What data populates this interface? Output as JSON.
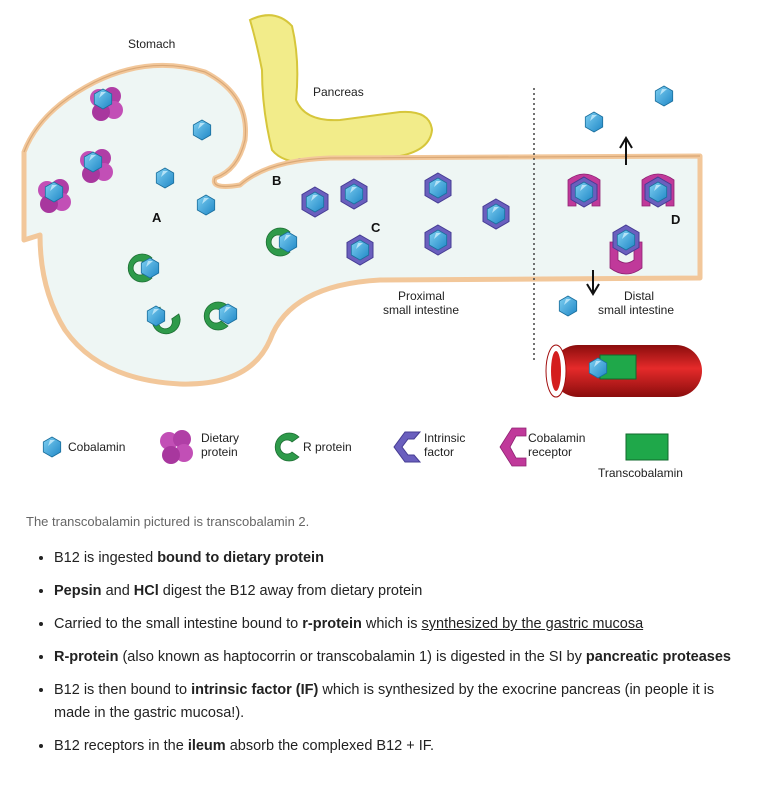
{
  "diagram": {
    "labels": {
      "stomach": "Stomach",
      "pancreas": "Pancreas",
      "proximal_line1": "Proximal",
      "proximal_line2": "small intestine",
      "distal_line1": "Distal",
      "distal_line2": "small intestine"
    },
    "letters": {
      "a": "A",
      "b": "B",
      "c": "C",
      "d": "D"
    },
    "legend": {
      "cobalamin": "Cobalamin",
      "dietary_line1": "Dietary",
      "dietary_line2": "protein",
      "r_protein": "R protein",
      "intrinsic_line1": "Intrinsic",
      "intrinsic_line2": "factor",
      "receptor_line1": "Cobalamin",
      "receptor_line2": "receptor",
      "transcobalamin": "Transcobalamin"
    },
    "colors": {
      "cobalamin": "#2f9fd8",
      "dietary_protein": "#c24fb6",
      "r_protein": "#2e9a4a",
      "intrinsic_factor": "#6a5fbe",
      "receptor": "#c0399a",
      "transcobalamin": "#1fa84a",
      "blood_vessel": "#d41e1e",
      "gut_fill": "#eef6f4",
      "gut_wall": "#f2c79a",
      "pancreas": "#f2ec8a"
    }
  },
  "caption": "The transcobalamin pictured is transcobalamin 2.",
  "notes": [
    {
      "t1": "B12 is ingested ",
      "b1": "bound to dietary protein"
    },
    {
      "b1": "Pepsin",
      "t1": " and ",
      "b2": "HCl",
      "t2": " digest the B12 away from dietary protein"
    },
    {
      "t1": "Carried to the small intestine bound to ",
      "b1": "r-protein",
      "t2": " which is ",
      "u1": "synthesized by the gastric mucosa"
    },
    {
      "b1": "R-protein",
      "t1": " (also known as haptocorrin or transcobalamin 1) is digested in the SI by ",
      "b2": "pancreatic proteases"
    },
    {
      "t1": "B12 is then bound to ",
      "b1": "intrinsic factor (IF)",
      "t2": " which is synthesized by the exocrine pancreas (in people it is made in the gastric mucosa!)."
    },
    {
      "t1": "B12 receptors in the ",
      "b1": "ileum",
      "t2": " absorb the complexed B12 + IF."
    }
  ]
}
